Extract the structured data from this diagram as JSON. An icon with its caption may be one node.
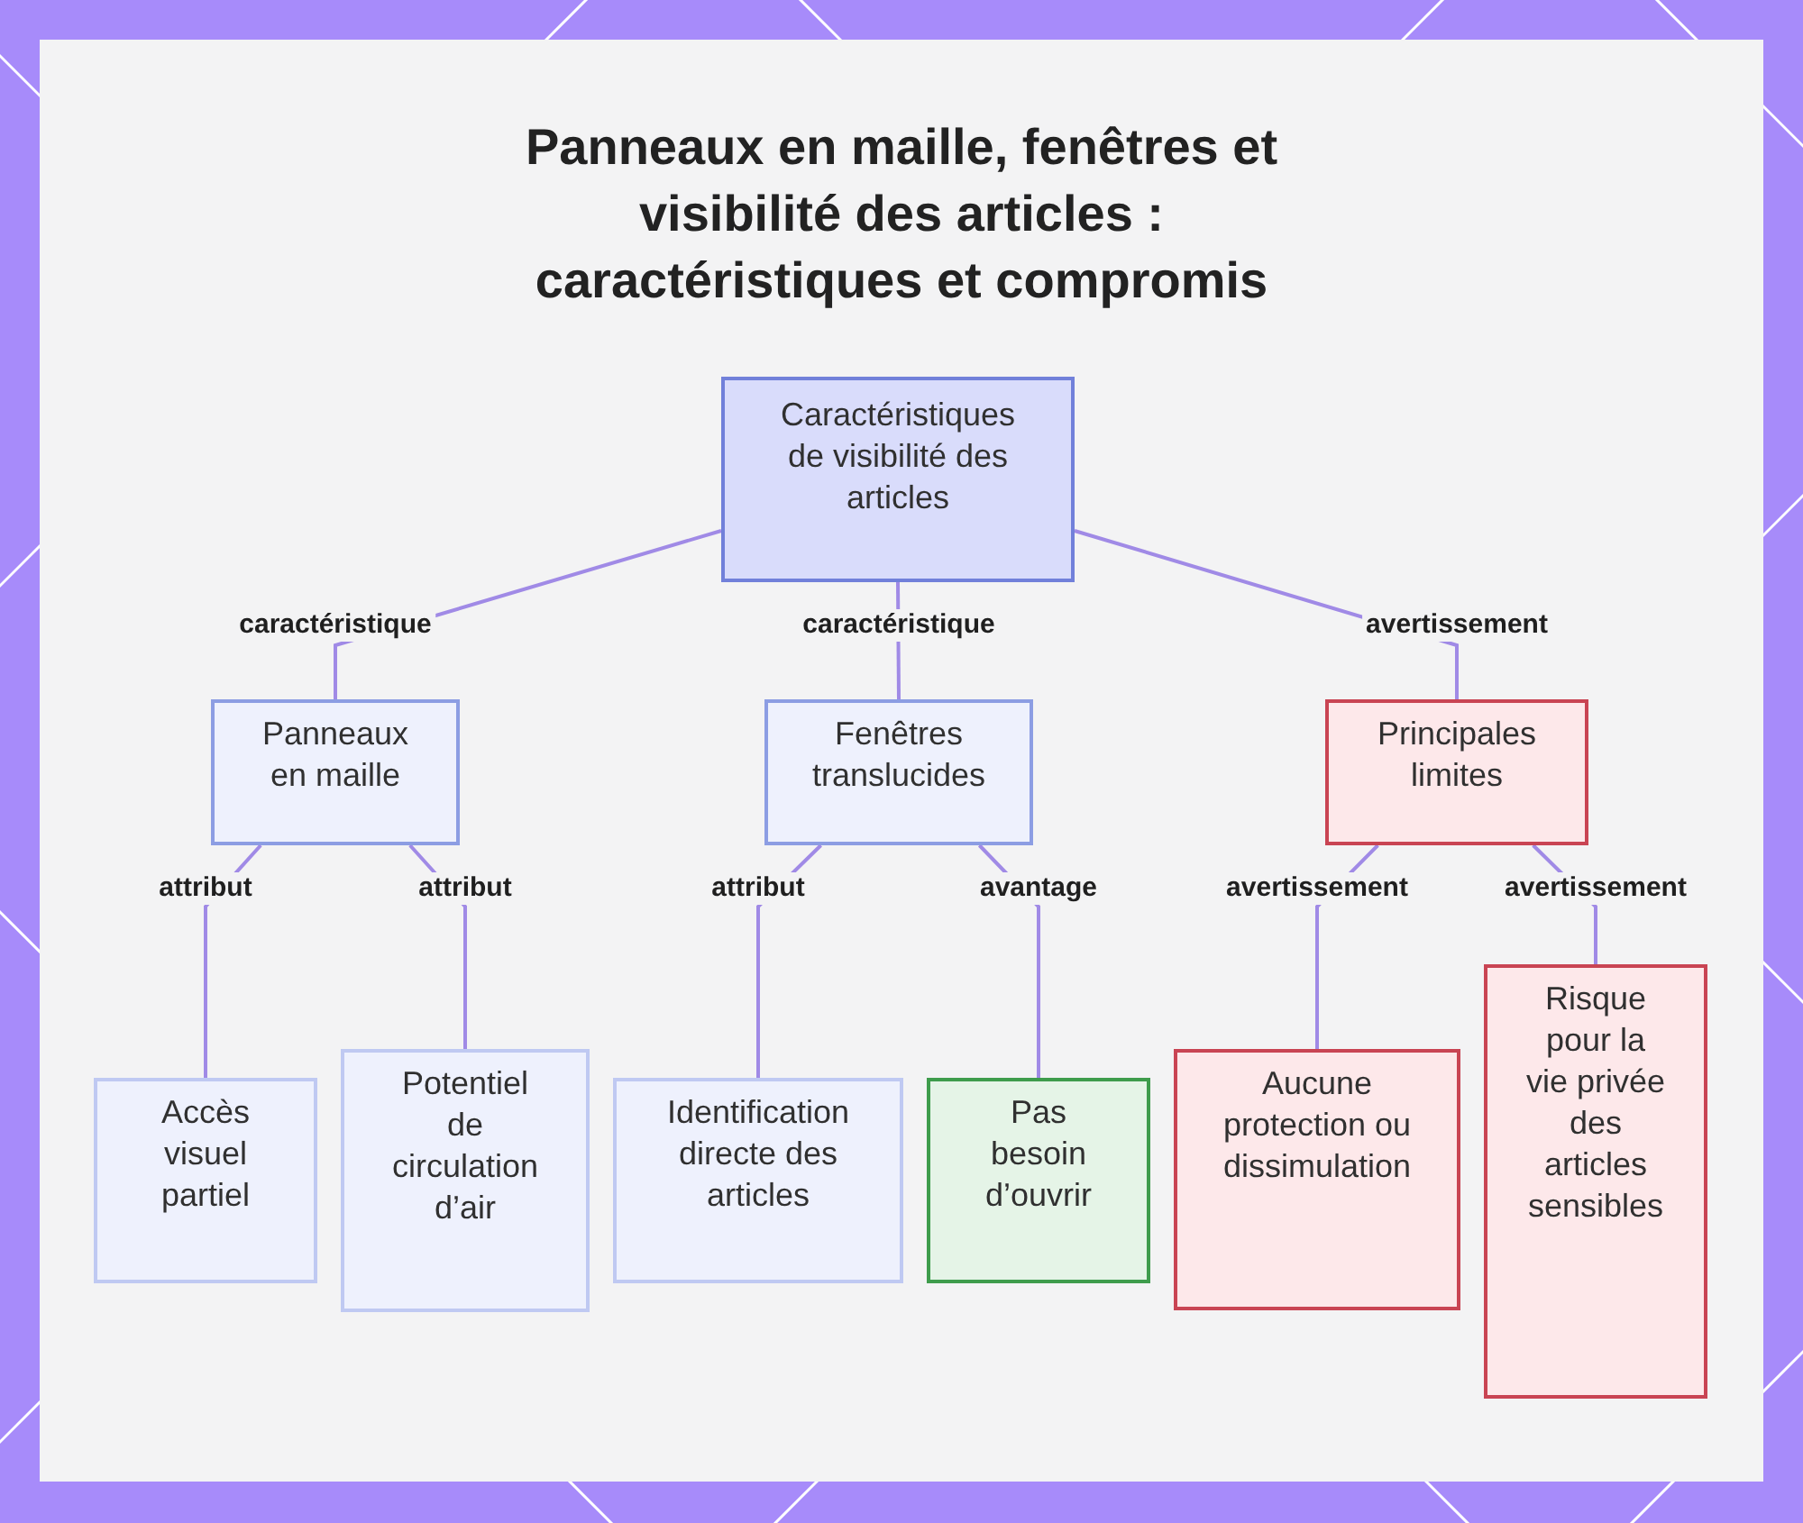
{
  "diagram": {
    "title": "Panneaux en maille, fenêtres et visibilité des articles : caractéristiques et compromis",
    "nodes": [
      {
        "text": [
          "Caractéristiques de visibilité des articles"
        ]
      },
      {
        "text": [
          "Panneaux en maille"
        ]
      },
      {
        "text": [
          "Fenêtres translucides"
        ]
      },
      {
        "text": [
          "Principales limites"
        ]
      },
      {
        "text": [
          "Accès visuel partiel"
        ]
      },
      {
        "text": [
          "Potentiel de circulation d’air"
        ]
      },
      {
        "text": [
          "Identification directe des articles"
        ]
      },
      {
        "text": [
          "Pas besoin d’ouvrir"
        ]
      },
      {
        "text": [
          "Aucune protection ou dissimulation"
        ]
      },
      {
        "text": [
          "Risque pour la vie privée des articles sensibles"
        ]
      }
    ],
    "edges": [
      {
        "from": 0,
        "to": 1,
        "label": "caractéristique",
        "arrow": "none"
      },
      {
        "from": 0,
        "to": 2,
        "label": "caractéristique",
        "arrow": "none"
      },
      {
        "from": 0,
        "to": 3,
        "label": "avertissement",
        "arrow": "none"
      },
      {
        "from": 1,
        "to": 4,
        "label": "attribut",
        "arrow": "none"
      },
      {
        "from": 1,
        "to": 5,
        "label": "attribut",
        "arrow": "none"
      },
      {
        "from": 2,
        "to": 6,
        "label": "attribut",
        "arrow": "none"
      },
      {
        "from": 2,
        "to": 7,
        "label": "avantage",
        "arrow": "none"
      },
      {
        "from": 3,
        "to": 8,
        "label": "avertissement",
        "arrow": "none"
      },
      {
        "from": 3,
        "to": 9,
        "label": "avertissement",
        "arrow": "none"
      }
    ]
  }
}
